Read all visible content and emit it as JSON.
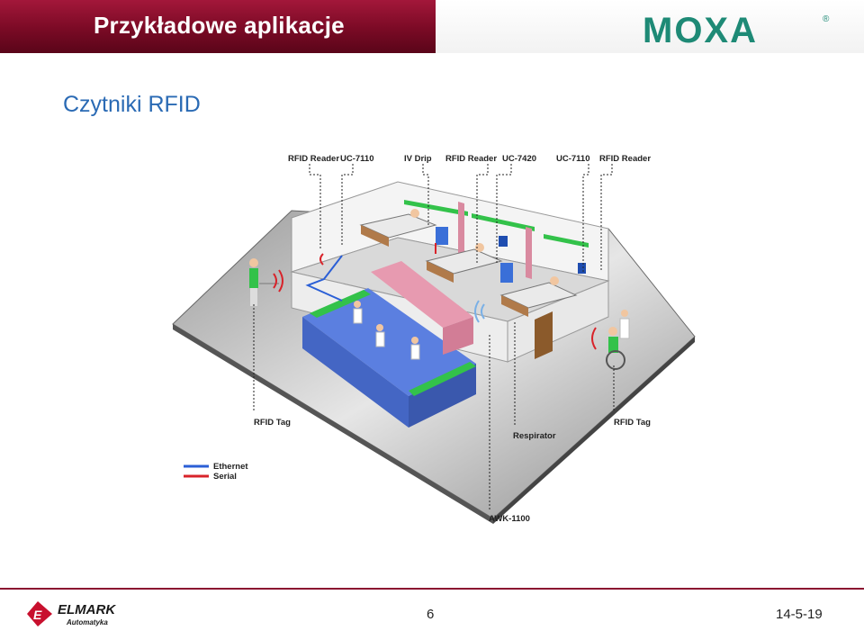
{
  "header": {
    "title": "Przykładowe aplikacje",
    "brand": "MOXA",
    "brand_mark": "®"
  },
  "slide": {
    "subtitle": "Czytniki RFID"
  },
  "diagram": {
    "top_labels": [
      "RFID Reader",
      "UC-7110",
      "IV Drip",
      "RFID Reader",
      "UC-7420",
      "UC-7110",
      "RFID Reader"
    ],
    "bottom_labels": {
      "rfid_tag_left": "RFID Tag",
      "respirator": "Respirator",
      "rfid_tag_right": "RFID Tag",
      "awk": "AWK-1100"
    },
    "legend": [
      {
        "label": "Ethernet",
        "color": "#2b5fd6"
      },
      {
        "label": "Serial",
        "color": "#d8232a"
      }
    ]
  },
  "footer": {
    "company": "ELMARK",
    "company_sub": "Automatyka",
    "page_number": "6",
    "date": "14-5-19"
  },
  "colors": {
    "header_bg": "#8b1230",
    "subtitle": "#2a6ab4",
    "brand": "#1e8a76"
  }
}
